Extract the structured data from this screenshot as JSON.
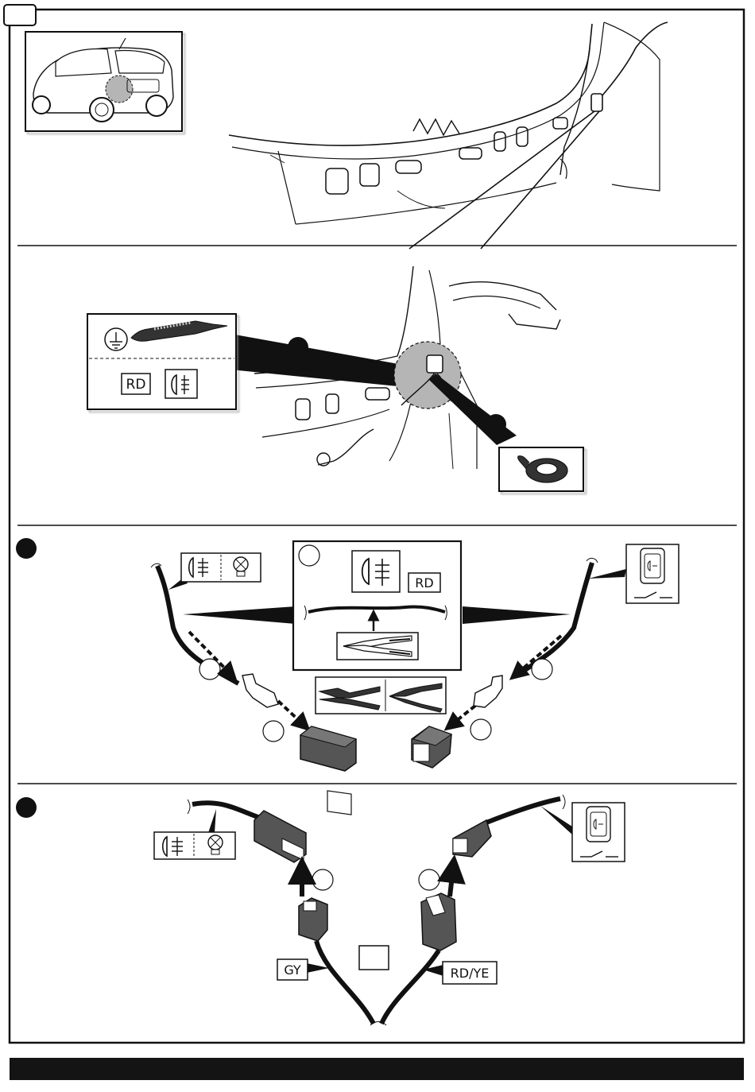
{
  "page": {
    "step_number": "",
    "footer_text": ""
  },
  "labels": {
    "rd": "RD",
    "gy": "GY",
    "rd_ye": "RD/YE"
  },
  "icons": {
    "ground": "ground-symbol-icon",
    "test_lamp": "circuit-tester-icon",
    "fog_lamp": "rear-fog-lamp-icon",
    "bulb": "bulb-icon",
    "switch": "fog-lamp-switch-icon",
    "cutter": "wire-cutter-icon",
    "crimper": "crimping-pliers-icon",
    "stripper": "wire-stripper-icon",
    "tape": "insulation-tape-icon"
  },
  "colors": {
    "ink": "#111111",
    "highlight_grey": "#b5b5b5",
    "footer_bar": "#141414"
  }
}
